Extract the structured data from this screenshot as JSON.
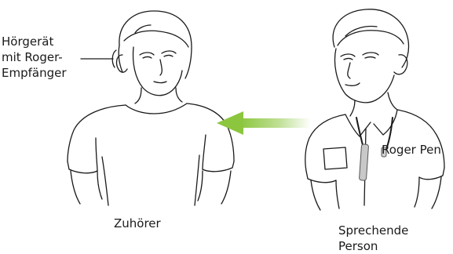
{
  "labels": {
    "hearing_aid": [
      "Hörgerät",
      "mit Roger-",
      "Empfänger"
    ],
    "roger_pen": "Roger Pen",
    "listener": "Zuhörer",
    "speaker": [
      "Sprechende",
      "Person"
    ]
  },
  "colors": {
    "arrow": "#8cc63f",
    "line": "#1a1a1a",
    "device": "#9a9a9a"
  },
  "icons": {
    "arrow": "signal-arrow-icon",
    "pen": "roger-pen-device-icon"
  }
}
